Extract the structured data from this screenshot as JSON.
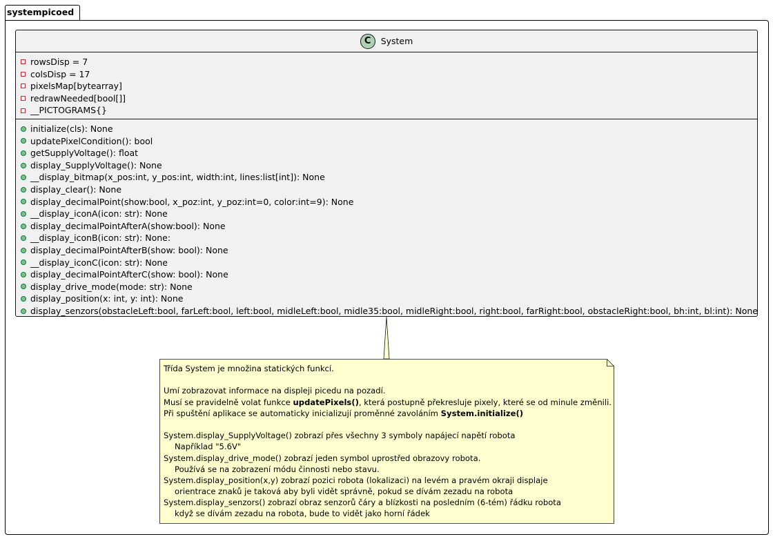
{
  "package": {
    "name": "systempicoed"
  },
  "class": {
    "stereotype_letter": "C",
    "name": "System",
    "fields": [
      {
        "visibility": "private",
        "text": "rowsDisp = 7"
      },
      {
        "visibility": "private",
        "text": "colsDisp = 17"
      },
      {
        "visibility": "private",
        "text": "pixelsMap[bytearray]"
      },
      {
        "visibility": "private",
        "text": "redrawNeeded[bool[]]"
      },
      {
        "visibility": "private",
        "text": "__PICTOGRAMS{}"
      }
    ],
    "methods": [
      {
        "visibility": "public",
        "text": "initialize(cls): None"
      },
      {
        "visibility": "public",
        "text": "updatePixelCondition(): bool"
      },
      {
        "visibility": "public",
        "text": "getSupplyVoltage(): float"
      },
      {
        "visibility": "public",
        "text": "display_SupplyVoltage(): None"
      },
      {
        "visibility": "public",
        "text": "__display_bitmap(x_pos:int, y_pos:int, width:int, lines:list[int]): None"
      },
      {
        "visibility": "public",
        "text": "display_clear(): None"
      },
      {
        "visibility": "public",
        "text": "display_decimalPoint(show:bool, x_poz:int, y_poz:int=0, color:int=9): None"
      },
      {
        "visibility": "public",
        "text": "__display_iconA(icon: str): None"
      },
      {
        "visibility": "public",
        "text": "display_decimalPointAfterA(show:bool): None"
      },
      {
        "visibility": "public",
        "text": "__display_iconB(icon: str): None:"
      },
      {
        "visibility": "public",
        "text": "display_decimalPointAfterB(show: bool): None"
      },
      {
        "visibility": "public",
        "text": "__display_iconC(icon: str): None"
      },
      {
        "visibility": "public",
        "text": "display_decimalPointAfterC(show: bool): None"
      },
      {
        "visibility": "public",
        "text": "display_drive_mode(mode: str): None"
      },
      {
        "visibility": "public",
        "text": "display_position(x: int, y: int): None"
      },
      {
        "visibility": "public",
        "text": "display_senzors(obstacleLeft:bool, farLeft:bool, left:bool, midleLeft:bool, midle35:bool, midleRight:bool, right:bool, farRight:bool, obstacleRight:bool, bh:int, bl:int): None"
      }
    ]
  },
  "note": {
    "line1": "Třída System je množina statických funkcí.",
    "line2": "Umí zobrazovat informace na displeji picedu na pozadí.",
    "line3_a": "Musí se pravidelně volat funkce ",
    "line3_b": "updatePixels()",
    "line3_c": ", která postupně překresluje pixely, které se od minule změnili.",
    "line4_a": "Při spuštění aplikace se automaticky inicializují proměnné zavoláním ",
    "line4_b": "System.initialize()",
    "line5": "System.display_SupplyVoltage() zobrazí přes všechny 3 symboly napájecí napětí robota",
    "line6": "Například \"5.6V\"",
    "line7": "System.display_drive_mode() zobrazí jeden symbol uprostřed obrazovy robota.",
    "line8": "Používá se na zobrazení módu činnosti nebo stavu.",
    "line9": "System.display_position(x,y) zobrazí pozici robota (lokalizaci) na levém a pravém okraji displaje",
    "line10": "orientrace znaků je taková aby byli vidět správně, pokud se dívám zezadu na robota",
    "line11": "System.display_senzors() zobrazí obraz senzorů čáry a blízkosti na posledním (6-tém) řádku robota",
    "line12": "když se dívám zezadu na robota, bude to vidět jako horní řádek"
  },
  "colors": {
    "class_bg": "#f1f1f1",
    "class_icon": "#add1b2",
    "note_bg": "#fefece",
    "private_marker": "#c82930",
    "public_marker": "#84be84"
  }
}
